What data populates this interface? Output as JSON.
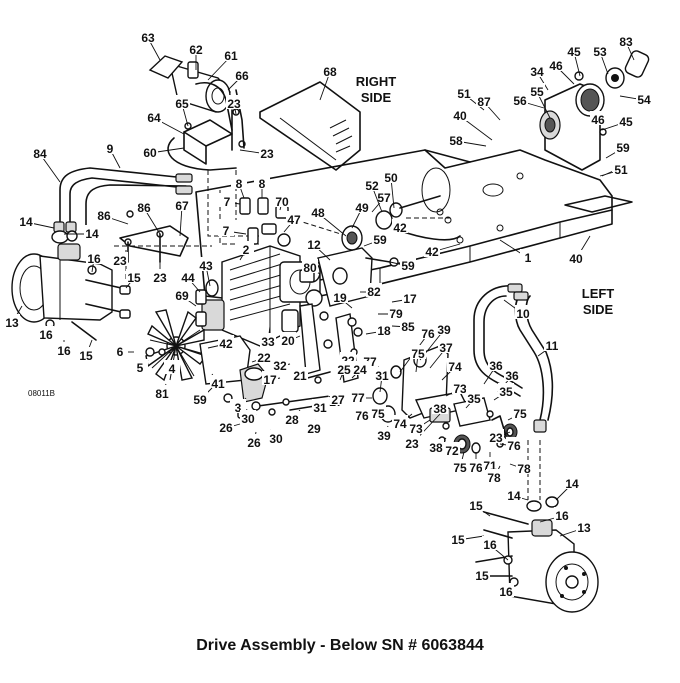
{
  "caption": "Drive Assembly - Below SN # 6063844",
  "drawing_number": "08011B",
  "side_labels": {
    "right_line1": "RIGHT",
    "right_line2": "SIDE",
    "left_line1": "LEFT",
    "left_line2": "SIDE"
  },
  "callouts": [
    "63",
    "62",
    "61",
    "66",
    "68",
    "65",
    "23",
    "64",
    "60",
    "23",
    "45",
    "53",
    "83",
    "46",
    "34",
    "55",
    "54",
    "56",
    "46",
    "45",
    "51",
    "87",
    "40",
    "58",
    "59",
    "51",
    "84",
    "9",
    "8",
    "8",
    "70",
    "7",
    "47",
    "7",
    "57",
    "52",
    "50",
    "49",
    "48",
    "12",
    "59",
    "42",
    "42",
    "86",
    "86",
    "67",
    "14",
    "14",
    "16",
    "23",
    "23",
    "15",
    "13",
    "44",
    "43",
    "2",
    "80",
    "82",
    "17",
    "69",
    "33",
    "20",
    "79",
    "85",
    "18",
    "16",
    "16",
    "15",
    "1",
    "40",
    "51",
    "59",
    "10",
    "11",
    "19",
    "6",
    "5",
    "4",
    "22",
    "42",
    "32",
    "22",
    "27",
    "77",
    "76",
    "39",
    "37",
    "75",
    "74",
    "73",
    "38",
    "36",
    "36",
    "35",
    "23",
    "35",
    "75",
    "76",
    "78",
    "81",
    "41",
    "59",
    "3",
    "26",
    "30",
    "26",
    "30",
    "28",
    "29",
    "17",
    "21",
    "31",
    "27",
    "24",
    "25",
    "31",
    "77",
    "76",
    "75",
    "39",
    "74",
    "23",
    "73",
    "38",
    "72",
    "75",
    "76",
    "71",
    "78",
    "14",
    "14",
    "15",
    "16",
    "13",
    "15",
    "16",
    "15",
    "16"
  ]
}
